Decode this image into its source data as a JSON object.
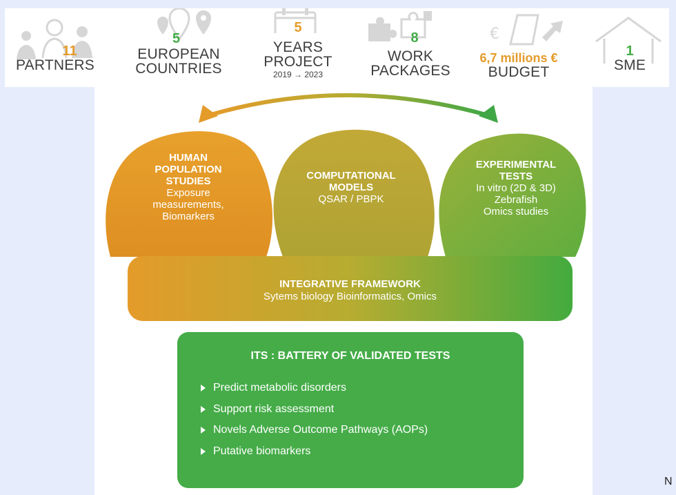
{
  "stats": {
    "partners": {
      "number": "11",
      "label": "PARTNERS"
    },
    "countries": {
      "number": "5",
      "label1": "EUROPEAN",
      "label2": "COUNTRIES"
    },
    "years": {
      "number": "5",
      "label1": "YEARS",
      "label2": "PROJECT",
      "range": "2019 → 2023"
    },
    "packages": {
      "number": "8",
      "label1": "WORK",
      "label2": "PACKAGES"
    },
    "budget": {
      "number": "6,7 millions €",
      "label": "BUDGET"
    },
    "sme": {
      "number": "1",
      "label": "SME"
    }
  },
  "bubbles": {
    "human": {
      "title": [
        "HUMAN",
        "POPULATION",
        "STUDIES"
      ],
      "lines": [
        "Exposure",
        "measurements,",
        "Biomarkers"
      ]
    },
    "computational": {
      "title": [
        "COMPUTATIONAL",
        "MODELS"
      ],
      "lines": [
        "QSAR / PBPK"
      ]
    },
    "experimental": {
      "title": [
        "EXPERIMENTAL",
        "TESTS"
      ],
      "lines": [
        "In vitro (2D & 3D)",
        "Zebrafish",
        "Omics studies"
      ]
    }
  },
  "framework": {
    "title": "INTEGRATIVE FRAMEWORK",
    "subtitle": "Sytems biology Bioinformatics, Omics"
  },
  "its": {
    "title": "ITS : BATTERY OF VALIDATED TESTS",
    "items": [
      "Predict metabolic disorders",
      "Support risk assessment",
      "Novels Adverse Outcome Pathways (AOPs)",
      "Putative biomarkers"
    ]
  },
  "corner_text": "N",
  "colors": {
    "orange": "#e49b2a",
    "olive": "#b7ac31",
    "green": "#45ac48",
    "gray_icon": "#d2d2d2",
    "text": "#3d3d3d"
  }
}
